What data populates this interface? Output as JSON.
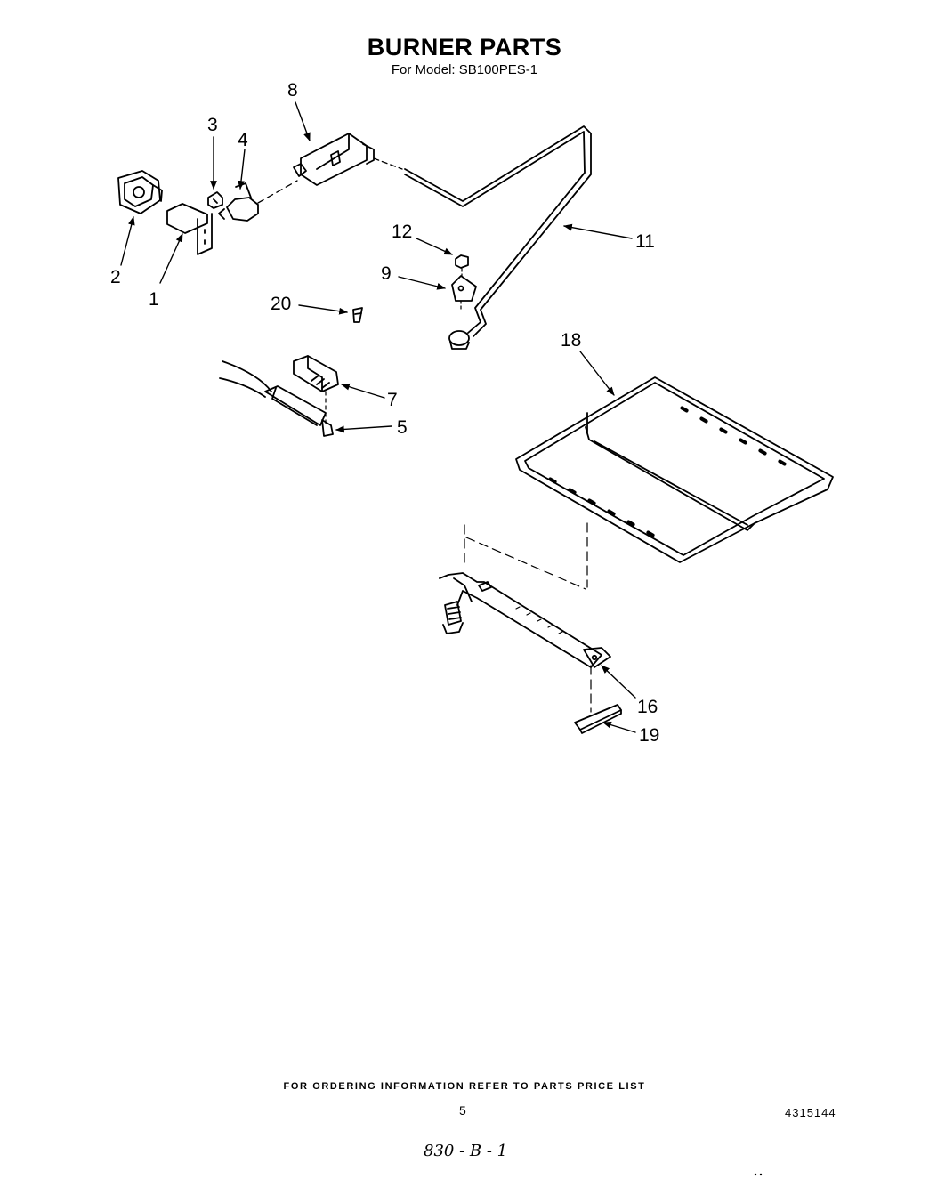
{
  "header": {
    "title": "BURNER PARTS",
    "subtitle": "For Model: SB100PES-1"
  },
  "callouts": [
    {
      "id": "c1",
      "label": "1"
    },
    {
      "id": "c2",
      "label": "2"
    },
    {
      "id": "c3",
      "label": "3"
    },
    {
      "id": "c4",
      "label": "4"
    },
    {
      "id": "c5",
      "label": "5"
    },
    {
      "id": "c7",
      "label": "7"
    },
    {
      "id": "c8",
      "label": "8"
    },
    {
      "id": "c9",
      "label": "9"
    },
    {
      "id": "c11",
      "label": "11"
    },
    {
      "id": "c12",
      "label": "12"
    },
    {
      "id": "c16",
      "label": "16"
    },
    {
      "id": "c18",
      "label": "18"
    },
    {
      "id": "c19",
      "label": "19"
    },
    {
      "id": "c20",
      "label": "20"
    }
  ],
  "footer": {
    "ordering_info": "FOR ORDERING INFORMATION REFER TO PARTS PRICE LIST",
    "page_number": "5",
    "doc_number": "4315144",
    "handwritten_note": "830 - B - 1"
  }
}
